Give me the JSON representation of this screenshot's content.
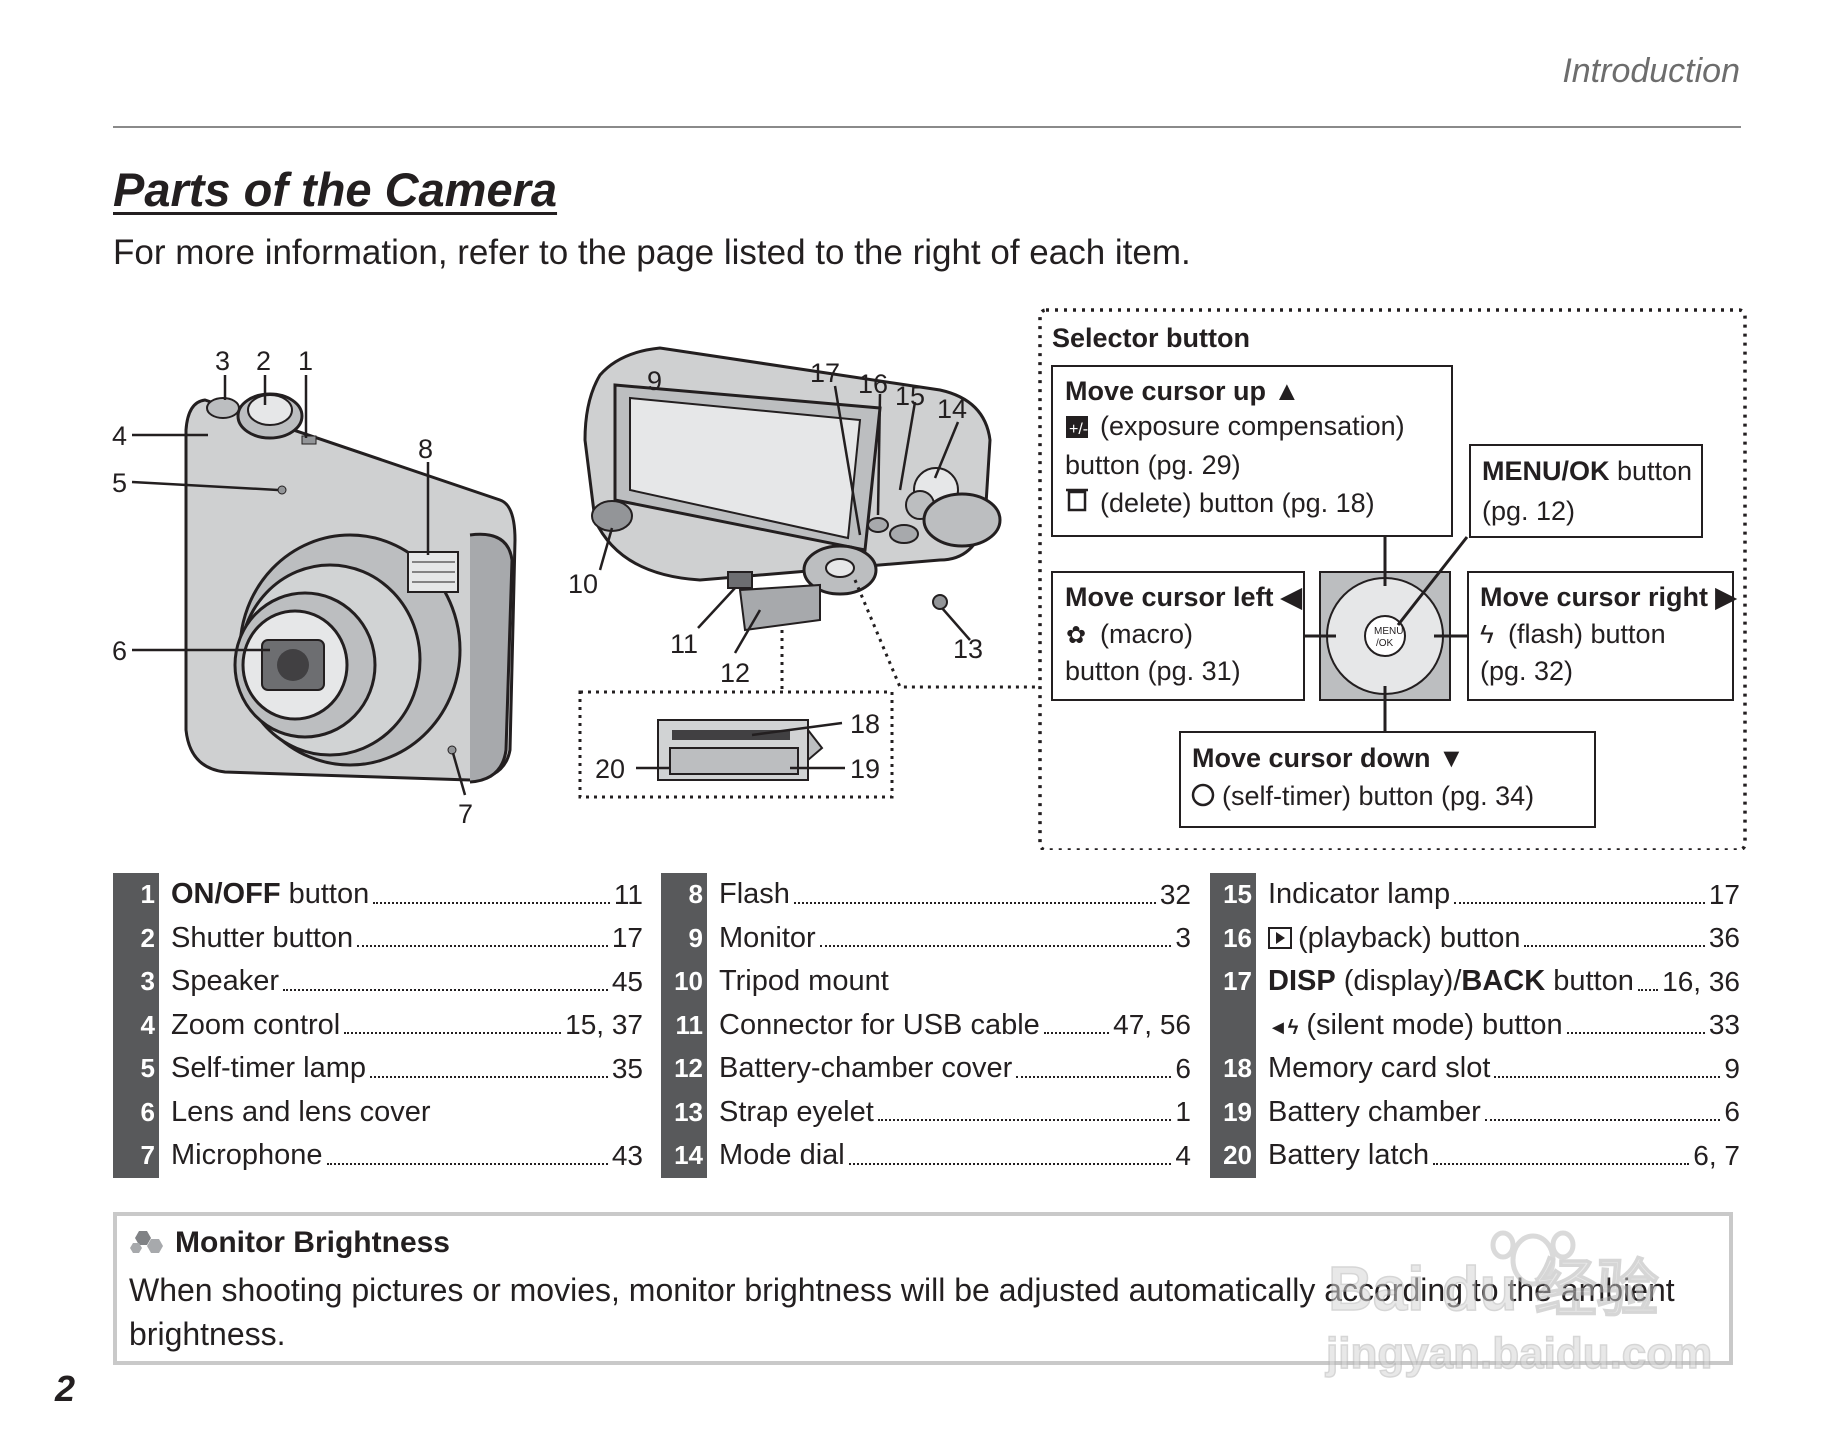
{
  "header": {
    "section": "Introduction"
  },
  "title": "Parts of the Camera",
  "subtitle": "For more information, refer to the page listed to the right of each item.",
  "callouts_front": [
    "3",
    "2",
    "1",
    "4",
    "5",
    "8",
    "6",
    "7"
  ],
  "callouts_back": [
    "9",
    "17",
    "16",
    "15",
    "14",
    "10",
    "11",
    "12",
    "13"
  ],
  "callouts_detail": [
    "18",
    "20",
    "19"
  ],
  "selector": {
    "title": "Selector button",
    "up_title": "Move cursor up ▲",
    "up_line1": "(exposure compensation)",
    "up_line2": "button (pg. 29)",
    "up_line3": "(delete) button (pg. 18)",
    "menu_bold": "MENU/OK",
    "menu_rest": " button",
    "menu_line2": "(pg. 12)",
    "left_title": "Move cursor left ◀",
    "left_line1": "(macro)",
    "left_line2": "button (pg. 31)",
    "right_title": "Move cursor right ▶",
    "right_line1": "(flash) button",
    "right_line2": "(pg. 32)",
    "down_title": "Move cursor down ▼",
    "down_line1": "(self-timer) button (pg. 34)",
    "dial_center": "MENU\n/OK"
  },
  "parts": {
    "col1": [
      {
        "n": "1",
        "bold": "ON/OFF",
        "label": " button",
        "page": "11"
      },
      {
        "n": "2",
        "bold": "",
        "label": "Shutter button",
        "page": "17"
      },
      {
        "n": "3",
        "bold": "",
        "label": "Speaker",
        "page": "45"
      },
      {
        "n": "4",
        "bold": "",
        "label": "Zoom control",
        "page": "15, 37"
      },
      {
        "n": "5",
        "bold": "",
        "label": "Self-timer lamp",
        "page": "35"
      },
      {
        "n": "6",
        "bold": "",
        "label": "Lens and lens cover",
        "page": ""
      },
      {
        "n": "7",
        "bold": "",
        "label": "Microphone",
        "page": "43"
      }
    ],
    "col2": [
      {
        "n": "8",
        "bold": "",
        "label": "Flash",
        "page": "32"
      },
      {
        "n": "9",
        "bold": "",
        "label": "Monitor",
        "page": "3"
      },
      {
        "n": "10",
        "bold": "",
        "label": "Tripod mount",
        "page": ""
      },
      {
        "n": "11",
        "bold": "",
        "label": "Connector for USB cable",
        "page": "47, 56"
      },
      {
        "n": "12",
        "bold": "",
        "label": "Battery-chamber cover",
        "page": "6"
      },
      {
        "n": "13",
        "bold": "",
        "label": "Strap eyelet",
        "page": "1"
      },
      {
        "n": "14",
        "bold": "",
        "label": "Mode dial",
        "page": "4"
      }
    ],
    "col3": [
      {
        "n": "15",
        "bold": "",
        "label": "Indicator lamp",
        "page": "17"
      },
      {
        "n": "16",
        "bold": "",
        "label": "(playback) button",
        "page": "36",
        "icon": "playback-icon"
      },
      {
        "n": "17",
        "bold": "DISP",
        "label": " (display)/",
        "bold2": "BACK",
        "label2": " button",
        "page": "16, 36"
      },
      {
        "n": "",
        "bold": "",
        "label": "(silent mode) button",
        "page": "33",
        "icon": "silent-mode-icon"
      },
      {
        "n": "18",
        "bold": "",
        "label": "Memory card slot",
        "page": "9"
      },
      {
        "n": "19",
        "bold": "",
        "label": "Battery chamber",
        "page": "6"
      },
      {
        "n": "20",
        "bold": "",
        "label": "Battery latch",
        "page": "6, 7"
      }
    ]
  },
  "note": {
    "title": "Monitor Brightness",
    "body": "When shooting pictures or movies, monitor brightness will be adjusted automatically according to the ambient brightness."
  },
  "page_number": "2",
  "watermark": {
    "brand": "Bai du 经验",
    "url": "jingyan.baidu.com"
  },
  "colors": {
    "number_bg": "#58595b",
    "text": "#231f20",
    "note_border": "#c9c9c9"
  }
}
